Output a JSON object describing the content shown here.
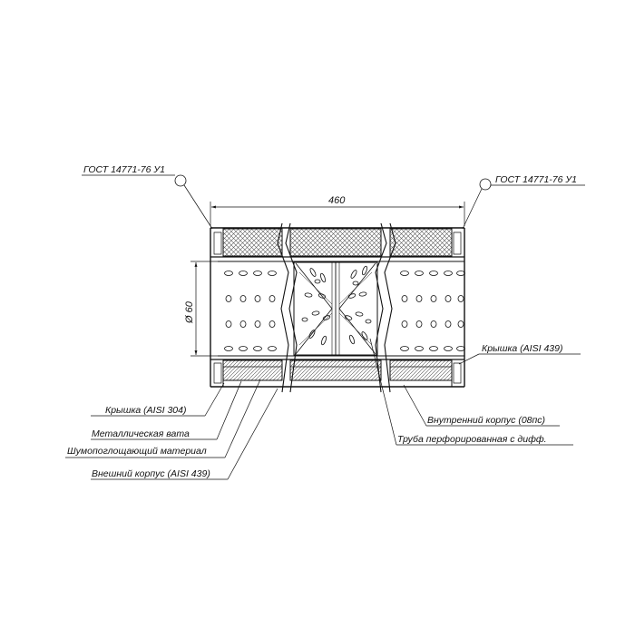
{
  "drawing": {
    "dimension_length": "460",
    "dimension_diameter": "Ø 60",
    "standard_left": "ГОСТ 14771-76 У1",
    "standard_right": "ГОСТ 14771-76 У1",
    "labels": {
      "cap_right": "Крышка (AISI 439)",
      "cap_left": "Крышка (AISI 304)",
      "metal_wool": "Металлическая вата",
      "sound_absorbing": "Шумопоглощающий материал",
      "outer_shell": "Внешний корпус (AISI 439)",
      "inner_shell": "Внутренний корпус (08пс)",
      "perforated_tube": "Труба перфорированная с дифф."
    }
  },
  "colors": {
    "line": "#111111",
    "hatch": "#555555",
    "background": "#ffffff"
  }
}
